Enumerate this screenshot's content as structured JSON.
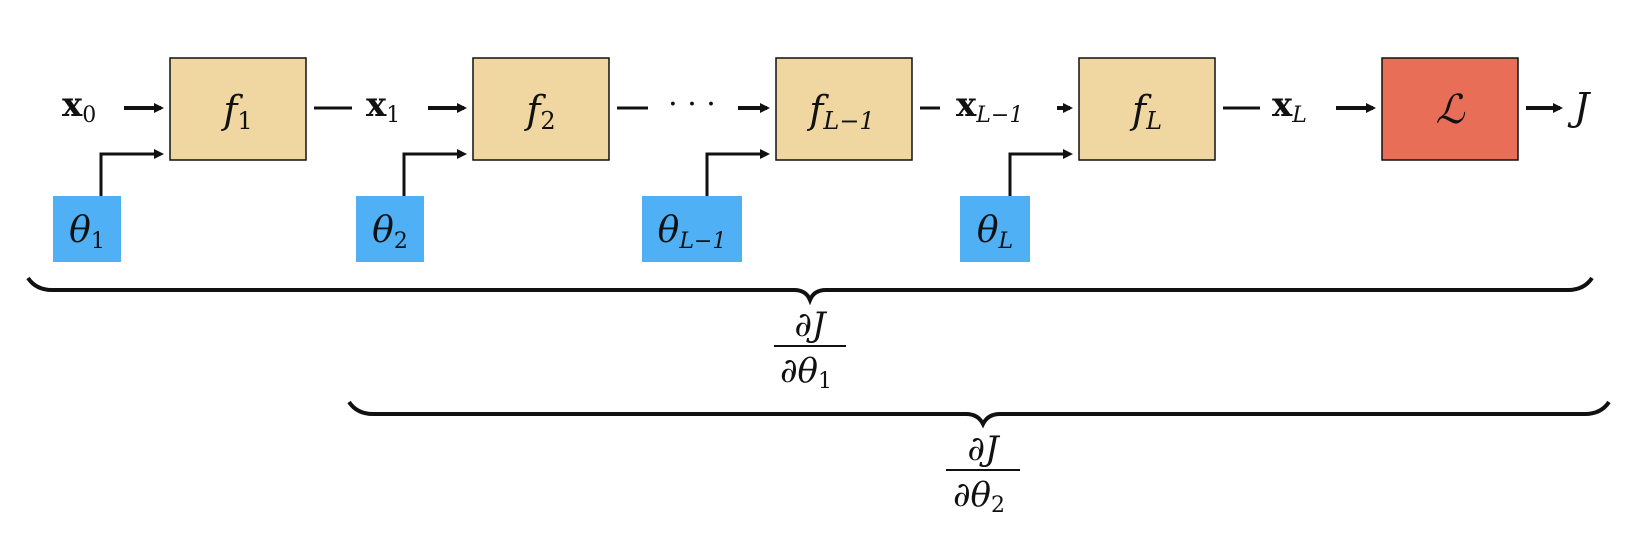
{
  "colors": {
    "function_box": "#F0D6A0",
    "loss_box": "#E96E57",
    "param_box": "#4FB0F5",
    "stroke": "#111111"
  },
  "functions": [
    {
      "base": "f",
      "sub": "1"
    },
    {
      "base": "f",
      "sub": "2"
    },
    {
      "base": "f",
      "sub": "L−1"
    },
    {
      "base": "f",
      "sub": "L"
    }
  ],
  "states": [
    {
      "base": "x",
      "sub": "0"
    },
    {
      "base": "x",
      "sub": "1"
    },
    {
      "base": "x",
      "sub": "L−1"
    },
    {
      "base": "x",
      "sub": "L"
    }
  ],
  "params": [
    {
      "base": "θ",
      "sub": "1"
    },
    {
      "base": "θ",
      "sub": "2"
    },
    {
      "base": "θ",
      "sub": "L−1"
    },
    {
      "base": "θ",
      "sub": "L"
    }
  ],
  "ellipsis": "· · ·",
  "loss_symbol": "ℒ",
  "output": "J",
  "gradients": [
    {
      "num": "∂J",
      "den": "∂θ",
      "den_sub": "1"
    },
    {
      "num": "∂J",
      "den": "∂θ",
      "den_sub": "2"
    }
  ]
}
